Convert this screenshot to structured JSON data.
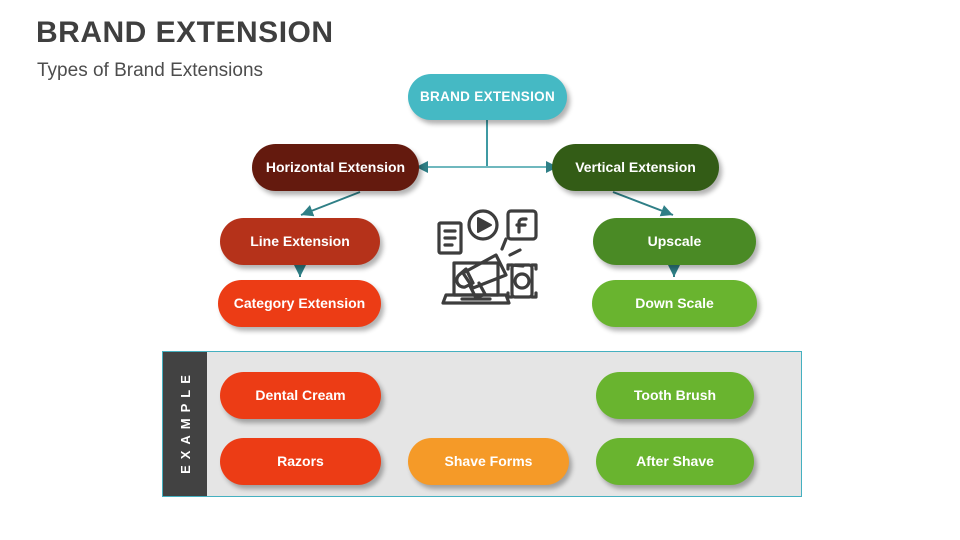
{
  "header": {
    "title": "BRAND EXTENSION",
    "subtitle": "Types of Brand Extensions"
  },
  "colors": {
    "teal": "#45b9c4",
    "connector": "#2f7f86",
    "dark_maroon": "#641a0e",
    "brick_red": "#b5321a",
    "orange_red": "#ec3c15",
    "dark_green": "#335c16",
    "mid_green": "#4a8a25",
    "light_green": "#69b42f",
    "orange": "#f59a28",
    "panel_bg": "#e5e5e5",
    "panel_border": "#45b0c0",
    "label_bar": "#424242",
    "title_gray": "#3f3f3f"
  },
  "diagram": {
    "root": {
      "label": "BRAND EXTENSION"
    },
    "branches": [
      {
        "label": "Horizontal Extension",
        "children": [
          {
            "label": "Line Extension"
          },
          {
            "label": "Category Extension"
          }
        ]
      },
      {
        "label": "Vertical Extension",
        "children": [
          {
            "label": "Upscale"
          },
          {
            "label": "Down Scale"
          }
        ]
      }
    ],
    "center_icon": "marketing-megaphone-icon"
  },
  "example": {
    "label": "EXAMPLE",
    "rows": [
      {
        "steps": [
          {
            "label": "Dental Cream"
          },
          {
            "label": "Tooth Brush"
          }
        ]
      },
      {
        "steps": [
          {
            "label": "Razors"
          },
          {
            "label": "Shave Forms"
          },
          {
            "label": "After Shave"
          }
        ]
      }
    ]
  }
}
